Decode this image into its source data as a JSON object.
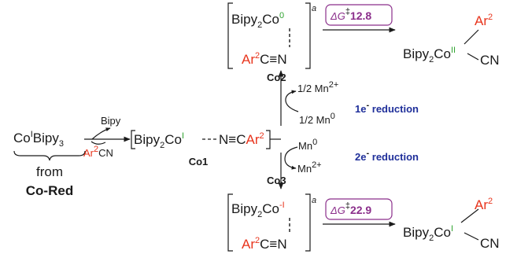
{
  "colors": {
    "text": "#1a1a1a",
    "red": "#e8341c",
    "green": "#2fa32f",
    "blue": "#1f2f9a",
    "purple": "#8b2f8b"
  },
  "start": {
    "co": "Co",
    "ox": "I",
    "ligand": "Bipy",
    "sub": "3",
    "from": "from",
    "source": "Co-Red"
  },
  "step1": {
    "lost": "Bipy",
    "ar": "Ar",
    "ar_sup": "2",
    "cn": "CN"
  },
  "co1": {
    "bipy": "Bipy",
    "sub": "2",
    "co": "Co",
    "ox": "I",
    "n": "N",
    "triple": "≡",
    "c": "C",
    "ar": "Ar",
    "ar_sup": "2",
    "label": "Co1"
  },
  "upper": {
    "mn_out": "1/2 Mn",
    "mn_out_sup": "2+",
    "mn_in": "1/2 Mn",
    "mn_in_sup": "0",
    "reduction": "1e",
    "reduction_sup": "-",
    "reduction_text": "reduction",
    "label": "Co2",
    "complex": {
      "bipy": "Bipy",
      "sub": "2",
      "co": "Co",
      "ox": "0",
      "note": "a",
      "ar": "Ar",
      "ar_sup": "2",
      "c": "C",
      "triple": "≡",
      "n": "N"
    },
    "barrier": {
      "g": "ΔG",
      "dag": "‡",
      "value": "12.8"
    },
    "product": {
      "bipy": "Bipy",
      "sub": "2",
      "co": "Co",
      "ox": "II",
      "ar": "Ar",
      "ar_sup": "2",
      "cn": "CN"
    }
  },
  "lower": {
    "mn_in": "Mn",
    "mn_in_sup": "0",
    "mn_out": "Mn",
    "mn_out_sup": "2+",
    "reduction": "2e",
    "reduction_sup": "-",
    "reduction_text": "reduction",
    "label": "Co3",
    "complex": {
      "bipy": "Bipy",
      "sub": "2",
      "co": "Co",
      "ox": "-I",
      "note": "a",
      "ar": "Ar",
      "ar_sup": "2",
      "c": "C",
      "triple": "≡",
      "n": "N"
    },
    "barrier": {
      "g": "ΔG",
      "dag": "‡",
      "value": "22.9"
    },
    "product": {
      "bipy": "Bipy",
      "sub": "2",
      "co": "Co",
      "ox": "I",
      "ar": "Ar",
      "ar_sup": "2",
      "cn": "CN"
    }
  }
}
